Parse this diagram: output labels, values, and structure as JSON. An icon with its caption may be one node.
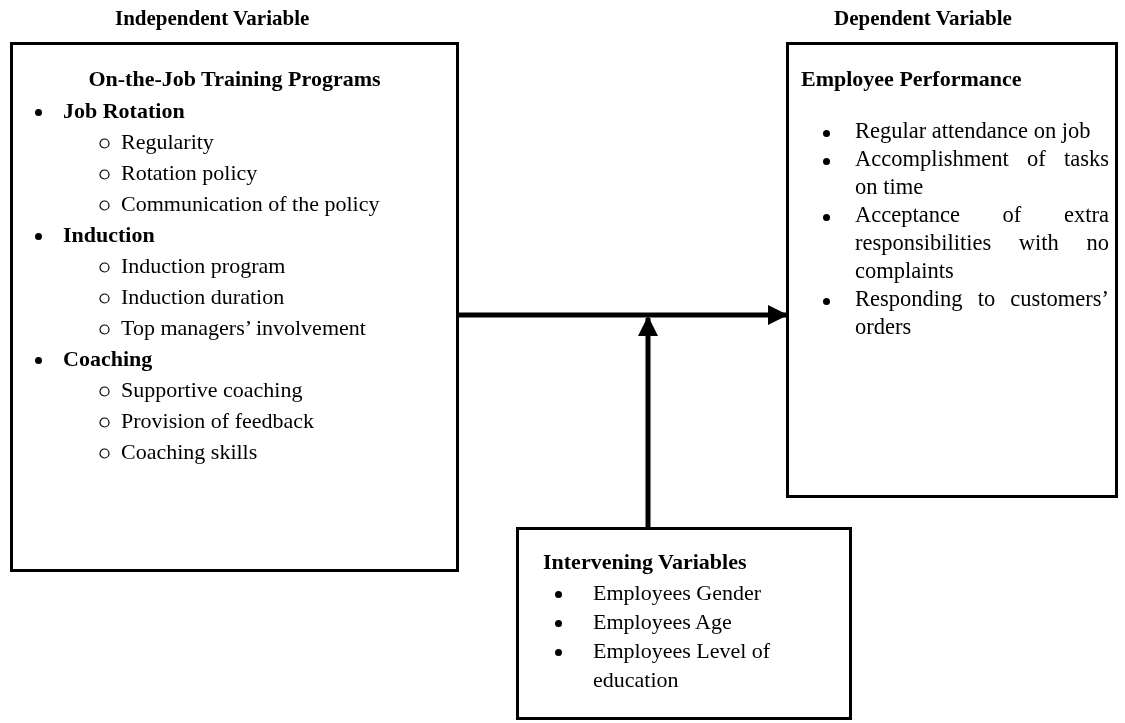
{
  "diagram": {
    "nodes": [
      {
        "text": [
          "Independent Variable",
          "On-the-Job Training Programs",
          "Job Rotation",
          "Regularity",
          "Rotation policy",
          "Communication of the policy",
          "Induction",
          "Induction program",
          "Induction duration",
          "Top managers’ involvement",
          "Coaching",
          "Supportive coaching",
          "Provision of feedback",
          "Coaching skills"
        ]
      },
      {
        "text": [
          "Dependent Variable",
          "Employee Performance",
          "Regular attendance on job",
          "Accomplishment of tasks on time",
          "Acceptance of extra responsibilities with no complaints",
          "Responding to customers’ orders"
        ]
      },
      {
        "text": [
          "Intervening Variables",
          "Employees Gender",
          "Employees Age",
          "Employees Level of education"
        ]
      }
    ],
    "edges": [
      {
        "from": 0,
        "to": 1,
        "arrow": "to"
      },
      {
        "from": 2,
        "to": null,
        "arrow": "to"
      }
    ]
  }
}
